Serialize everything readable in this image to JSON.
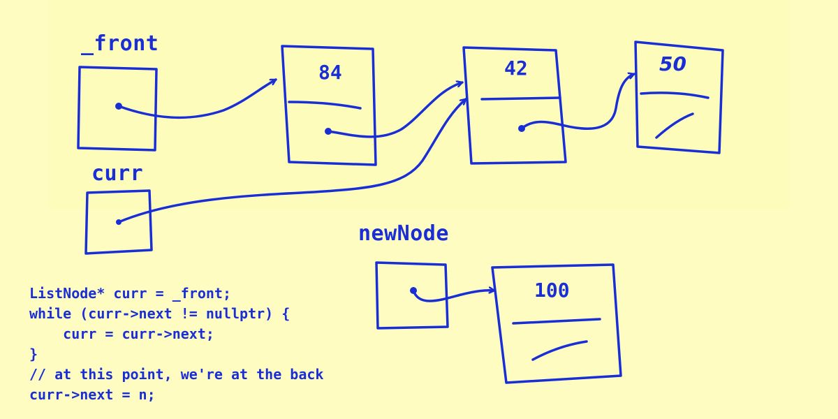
{
  "labels": {
    "front": "_front",
    "curr": "curr",
    "new_node": "newNode"
  },
  "nodes": {
    "node1_value": "84",
    "node2_value": "42",
    "node3_value": "50",
    "new_node_value": "100"
  },
  "code": [
    "ListNode* curr = _front;",
    "while (curr->next != nullptr) {",
    "    curr = curr->next;",
    "}",
    "// at this point, we're at the back",
    "curr->next = n;"
  ],
  "colors": {
    "ink": "#1a2ed6",
    "background": "#fefcc0"
  }
}
